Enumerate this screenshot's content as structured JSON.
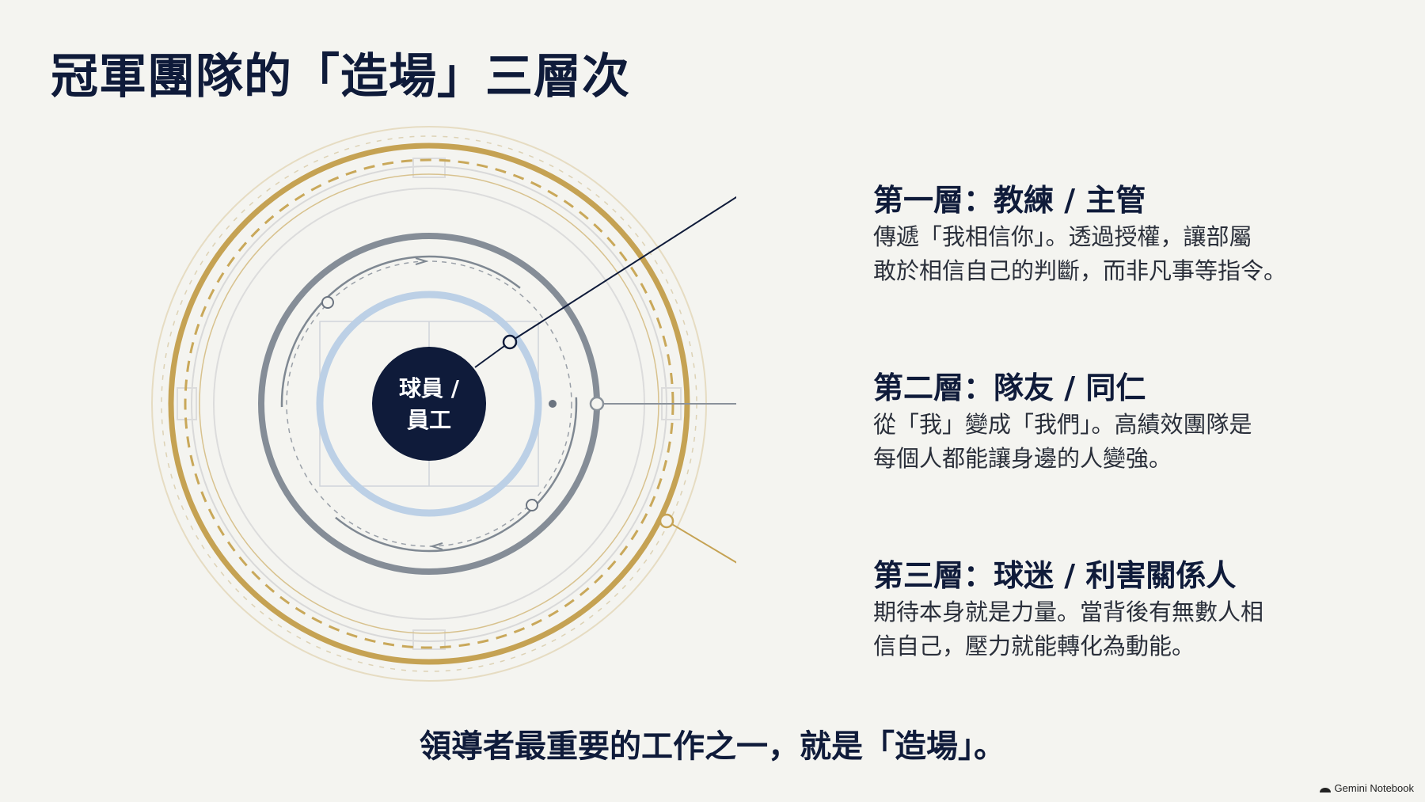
{
  "title": "冠軍團隊的「造場」三層次",
  "center": {
    "line1": "球員 /",
    "line2": "員工"
  },
  "layers": [
    {
      "title": "第一層：教練 / 主管",
      "desc_line1": "傳遞「我相信你」。透過授權，讓部屬",
      "desc_line2": "敢於相信自己的判斷，而非凡事等指令。"
    },
    {
      "title": "第二層：隊友 / 同仁",
      "desc_line1": "從「我」變成「我們」。高績效團隊是",
      "desc_line2": "每個人都能讓身邊的人變強。"
    },
    {
      "title": "第三層：球迷 / 利害關係人",
      "desc_line1": "期待本身就是力量。當背後有無數人相",
      "desc_line2": "信自己，壓力就能轉化為動能。"
    }
  ],
  "footer": "領導者最重要的工作之一，就是「造場」。",
  "brand": "Gemini Notebook",
  "colors": {
    "navy": "#0f1b3a",
    "gold": "#c5a253",
    "slate": "#7f8892",
    "light_blue": "#bcd0e6",
    "background": "#f4f4f0"
  }
}
